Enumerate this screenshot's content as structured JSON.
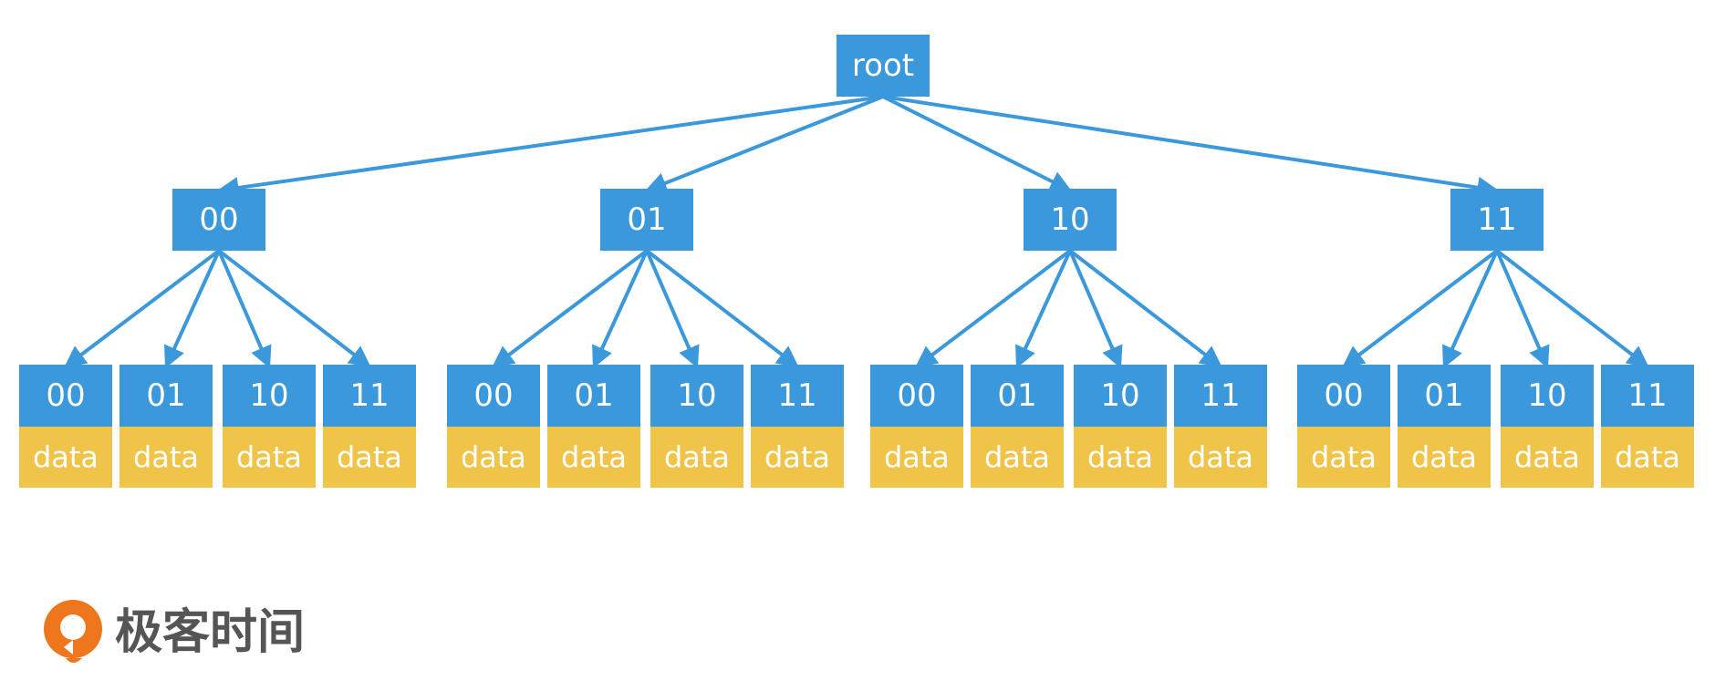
{
  "colors": {
    "node": "#3a98db",
    "data": "#f0c448",
    "edge": "#3a98db",
    "logo_orange": "#f0761e",
    "logo_text": "#555555"
  },
  "tree": {
    "root": "root",
    "level1": [
      "00",
      "01",
      "10",
      "11"
    ],
    "leaves": [
      "00",
      "01",
      "10",
      "11"
    ],
    "leaf_data": "data"
  },
  "logo": {
    "text": "极客时间",
    "icon": "geektime-logo-icon"
  }
}
